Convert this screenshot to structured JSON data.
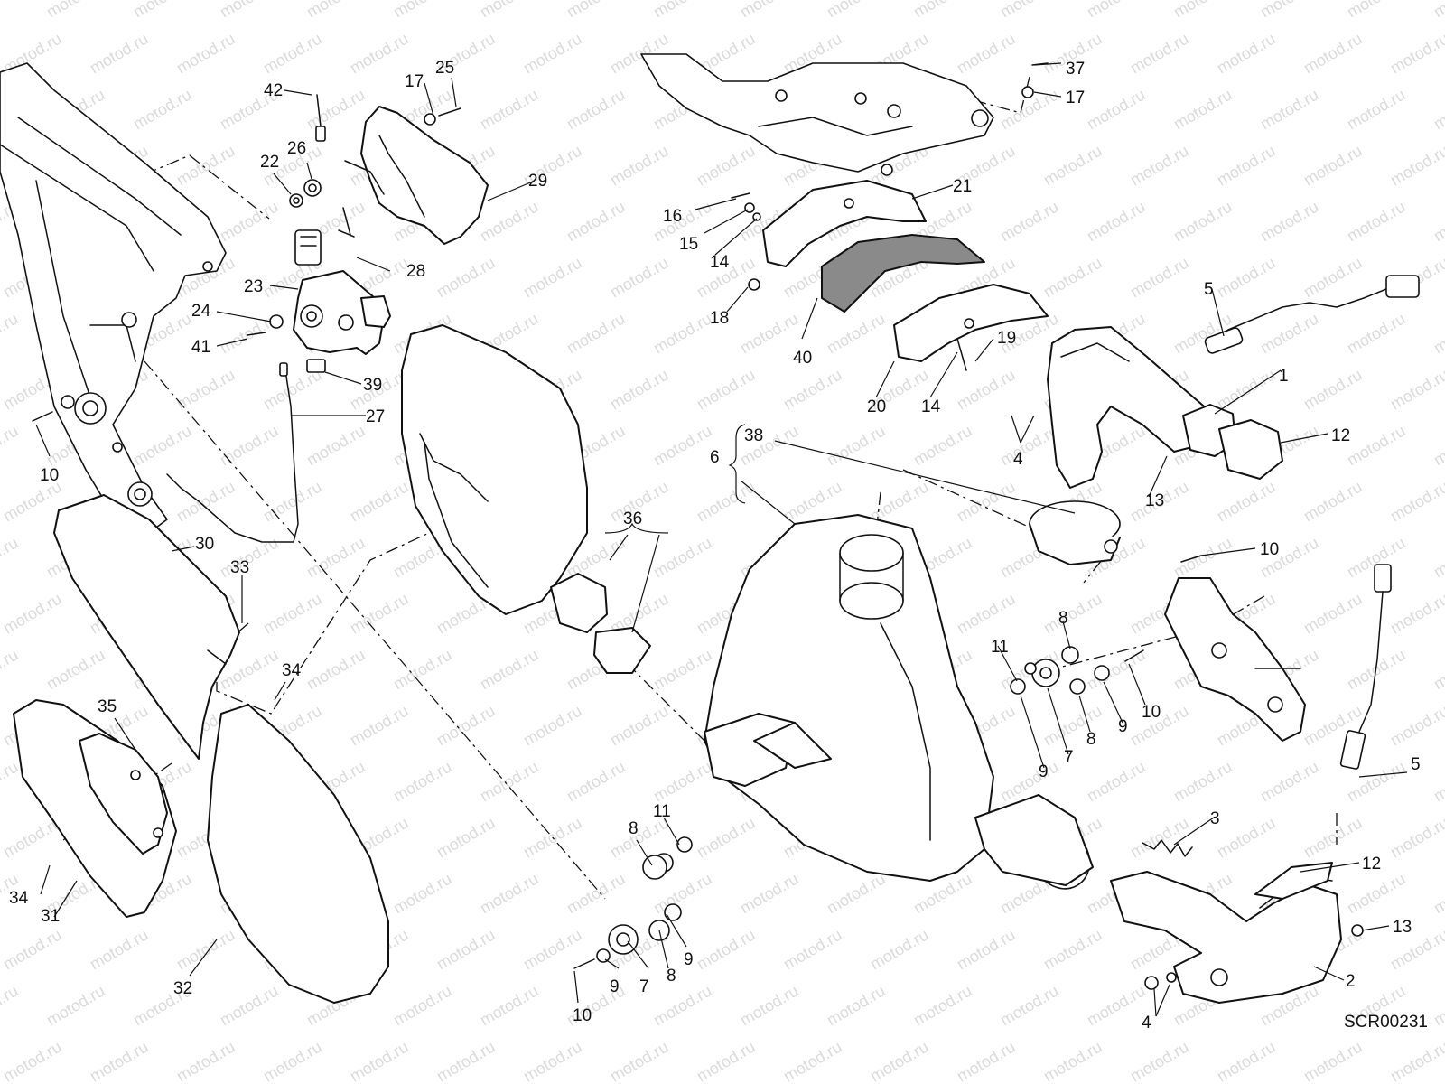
{
  "watermark": "motod.ru",
  "drawing_code": "SCR00231",
  "highlight_color": "#8a8a8a",
  "callouts": [
    {
      "id": "c42",
      "text": "42"
    },
    {
      "id": "c17a",
      "text": "17"
    },
    {
      "id": "c25",
      "text": "25"
    },
    {
      "id": "c22",
      "text": "22"
    },
    {
      "id": "c26",
      "text": "26"
    },
    {
      "id": "c29",
      "text": "29"
    },
    {
      "id": "c28",
      "text": "28"
    },
    {
      "id": "c23",
      "text": "23"
    },
    {
      "id": "c24",
      "text": "24"
    },
    {
      "id": "c41",
      "text": "41"
    },
    {
      "id": "c39",
      "text": "39"
    },
    {
      "id": "c27",
      "text": "27"
    },
    {
      "id": "c10a",
      "text": "10"
    },
    {
      "id": "c30",
      "text": "30"
    },
    {
      "id": "c33",
      "text": "33"
    },
    {
      "id": "c34a",
      "text": "34"
    },
    {
      "id": "c35",
      "text": "35"
    },
    {
      "id": "c34b",
      "text": "34"
    },
    {
      "id": "c31",
      "text": "31"
    },
    {
      "id": "c32",
      "text": "32"
    },
    {
      "id": "c36",
      "text": "36"
    },
    {
      "id": "c11a",
      "text": "11"
    },
    {
      "id": "c8a",
      "text": "8"
    },
    {
      "id": "c9a",
      "text": "9"
    },
    {
      "id": "c8b",
      "text": "8"
    },
    {
      "id": "c7a",
      "text": "7"
    },
    {
      "id": "c9b",
      "text": "9"
    },
    {
      "id": "c10b",
      "text": "10"
    },
    {
      "id": "c37",
      "text": "37"
    },
    {
      "id": "c17b",
      "text": "17"
    },
    {
      "id": "c21",
      "text": "21"
    },
    {
      "id": "c16",
      "text": "16"
    },
    {
      "id": "c15",
      "text": "15"
    },
    {
      "id": "c14a",
      "text": "14"
    },
    {
      "id": "c18",
      "text": "18"
    },
    {
      "id": "c40",
      "text": "40"
    },
    {
      "id": "c19",
      "text": "19"
    },
    {
      "id": "c20",
      "text": "20"
    },
    {
      "id": "c14b",
      "text": "14"
    },
    {
      "id": "c5a",
      "text": "5"
    },
    {
      "id": "c1",
      "text": "1"
    },
    {
      "id": "c12a",
      "text": "12"
    },
    {
      "id": "c4a",
      "text": "4"
    },
    {
      "id": "c13a",
      "text": "13"
    },
    {
      "id": "c38",
      "text": "38"
    },
    {
      "id": "c6",
      "text": "6"
    },
    {
      "id": "c10c",
      "text": "10"
    },
    {
      "id": "c11b",
      "text": "11"
    },
    {
      "id": "c8c",
      "text": "8"
    },
    {
      "id": "c10d",
      "text": "10"
    },
    {
      "id": "c9c",
      "text": "9"
    },
    {
      "id": "c8d",
      "text": "8"
    },
    {
      "id": "c7b",
      "text": "7"
    },
    {
      "id": "c9d",
      "text": "9"
    },
    {
      "id": "c5b",
      "text": "5"
    },
    {
      "id": "c3",
      "text": "3"
    },
    {
      "id": "c12b",
      "text": "12"
    },
    {
      "id": "c13b",
      "text": "13"
    },
    {
      "id": "c2",
      "text": "2"
    },
    {
      "id": "c4b",
      "text": "4"
    }
  ]
}
